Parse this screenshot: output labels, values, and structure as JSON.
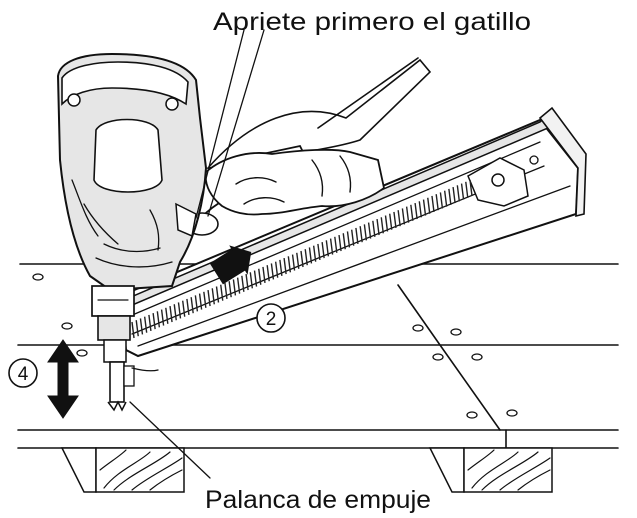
{
  "labels": {
    "top": "Apriete primero el gatillo",
    "bottom": "Palanca de empuje",
    "step2": "2",
    "step4": "4"
  },
  "colors": {
    "ink": "#111111",
    "paper": "#ffffff",
    "tool_shade": "#e6e6e6",
    "dark": "#222222"
  }
}
